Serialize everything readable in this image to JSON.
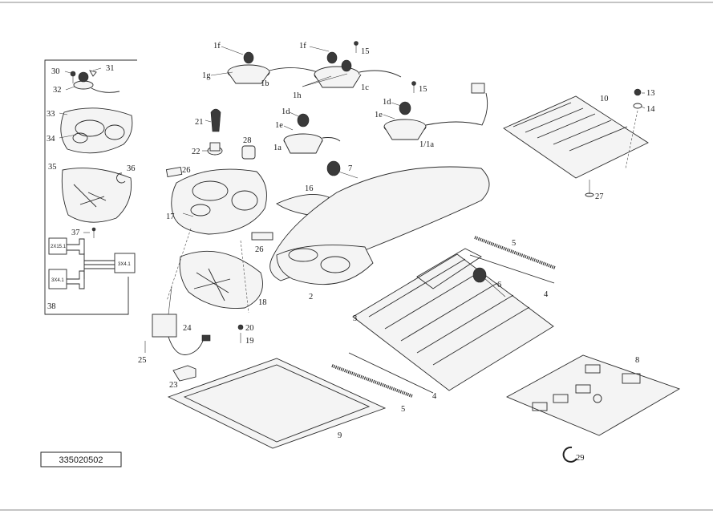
{
  "reference_number": "335020502",
  "callouts": [
    {
      "key": "c1f_l",
      "text": "1f"
    },
    {
      "key": "c1g",
      "text": "1g"
    },
    {
      "key": "c1b",
      "text": "1b"
    },
    {
      "key": "c1f_r",
      "text": "1f"
    },
    {
      "key": "c15_a",
      "text": "15"
    },
    {
      "key": "c1h",
      "text": "1h"
    },
    {
      "key": "c1c",
      "text": "1c"
    },
    {
      "key": "c15_b",
      "text": "15"
    },
    {
      "key": "c1d_a",
      "text": "1d"
    },
    {
      "key": "c1e_a",
      "text": "1e"
    },
    {
      "key": "c1a",
      "text": "1a"
    },
    {
      "key": "c1d_b",
      "text": "1d"
    },
    {
      "key": "c1e_b",
      "text": "1e"
    },
    {
      "key": "c1_1a",
      "text": "1/1a"
    },
    {
      "key": "c10",
      "text": "10"
    },
    {
      "key": "c13",
      "text": "13"
    },
    {
      "key": "c14",
      "text": "14"
    },
    {
      "key": "c21",
      "text": "21"
    },
    {
      "key": "c22",
      "text": "22"
    },
    {
      "key": "c28",
      "text": "28"
    },
    {
      "key": "c7",
      "text": "7"
    },
    {
      "key": "c16",
      "text": "16"
    },
    {
      "key": "c26_a",
      "text": "26"
    },
    {
      "key": "c17",
      "text": "17"
    },
    {
      "key": "c26_b",
      "text": "26"
    },
    {
      "key": "c27",
      "text": "27"
    },
    {
      "key": "c5_a",
      "text": "5"
    },
    {
      "key": "c6",
      "text": "6"
    },
    {
      "key": "c4_a",
      "text": "4"
    },
    {
      "key": "c2",
      "text": "2"
    },
    {
      "key": "c18",
      "text": "18"
    },
    {
      "key": "c3",
      "text": "3"
    },
    {
      "key": "c24",
      "text": "24"
    },
    {
      "key": "c20",
      "text": "20"
    },
    {
      "key": "c19",
      "text": "19"
    },
    {
      "key": "c25",
      "text": "25"
    },
    {
      "key": "c23",
      "text": "23"
    },
    {
      "key": "c8",
      "text": "8"
    },
    {
      "key": "c4_b",
      "text": "4"
    },
    {
      "key": "c5_b",
      "text": "5"
    },
    {
      "key": "c9",
      "text": "9"
    },
    {
      "key": "c29",
      "text": "29"
    },
    {
      "key": "c30",
      "text": "30"
    },
    {
      "key": "c31",
      "text": "31"
    },
    {
      "key": "c32",
      "text": "32"
    },
    {
      "key": "c33",
      "text": "33"
    },
    {
      "key": "c34",
      "text": "34"
    },
    {
      "key": "c35",
      "text": "35"
    },
    {
      "key": "c36",
      "text": "36"
    },
    {
      "key": "c37",
      "text": "37"
    },
    {
      "key": "c38",
      "text": "38"
    }
  ],
  "connector_labels": [
    "2X15.1",
    "3X4.1",
    "3X4.1"
  ]
}
